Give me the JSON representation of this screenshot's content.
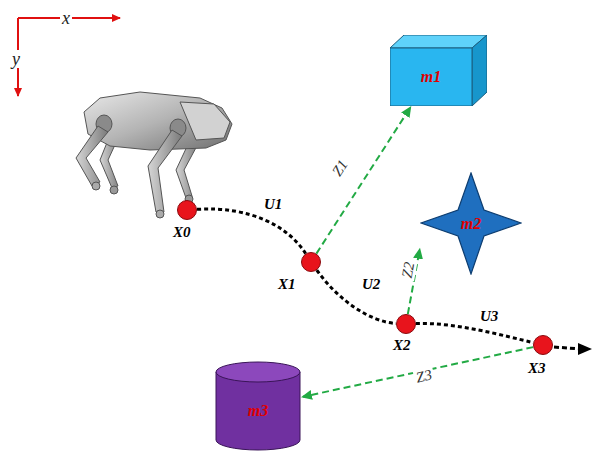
{
  "diagram": {
    "nodes": [
      {
        "text": [
          "X0"
        ]
      },
      {
        "text": [
          "X1"
        ]
      },
      {
        "text": [
          "X2"
        ]
      },
      {
        "text": [
          "X3"
        ]
      },
      {
        "text": [
          "m1"
        ]
      },
      {
        "text": [
          "m2"
        ]
      },
      {
        "text": [
          "m3"
        ]
      }
    ],
    "edges": [
      {
        "from": 0,
        "to": 1,
        "arrow": "none",
        "label": "U1"
      },
      {
        "from": 1,
        "to": 2,
        "arrow": "none",
        "label": "U2"
      },
      {
        "from": 2,
        "to": 3,
        "arrow": "none",
        "label": "U3"
      },
      {
        "from": 1,
        "to": 4,
        "arrow": "to",
        "label": "Z1"
      },
      {
        "from": 2,
        "to": 5,
        "arrow": "to",
        "label": "Z2"
      },
      {
        "from": 3,
        "to": 6,
        "arrow": "to",
        "label": "Z3"
      }
    ],
    "labels": [
      "x",
      "y"
    ]
  }
}
